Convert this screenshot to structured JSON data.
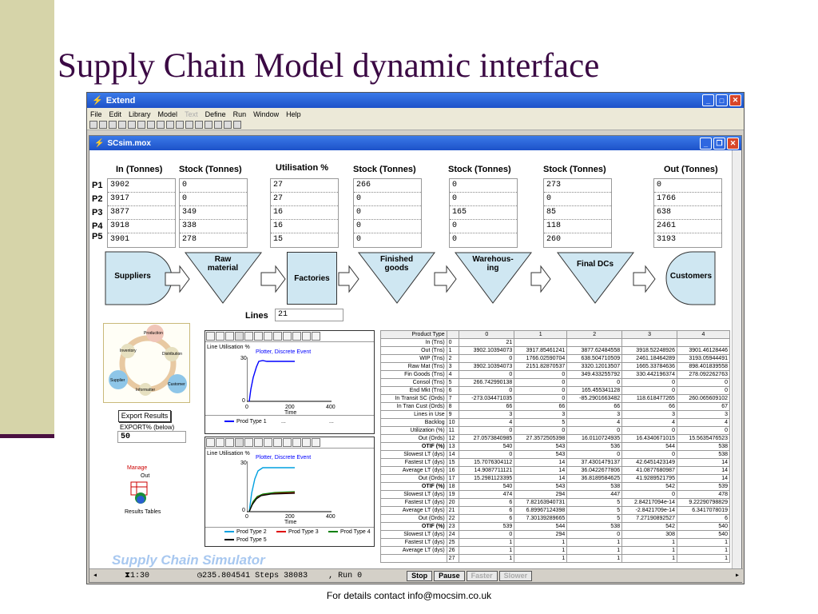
{
  "slide": {
    "title": "Supply Chain Model dynamic interface",
    "footer": "For details contact info@mocsim.co.uk"
  },
  "app": {
    "title": "Extend",
    "menu": [
      "File",
      "Edit",
      "Library",
      "Model",
      "Text",
      "Define",
      "Run",
      "Window",
      "Help"
    ],
    "doc_title": "SCsim.mox"
  },
  "headers": {
    "in": "In (Tonnes)",
    "stock1": "Stock (Tonnes)",
    "util": "Utilisation %",
    "stock2": "Stock (Tonnes)",
    "stock3": "Stock (Tonnes)",
    "stock4": "Stock (Tonnes)",
    "out": "Out (Tonnes)"
  },
  "products": [
    "P1",
    "P2",
    "P3",
    "P4",
    "P5"
  ],
  "columns": {
    "in": [
      "3902",
      "3917",
      "3877",
      "3918",
      "3901"
    ],
    "stock1": [
      "0",
      "0",
      "349",
      "338",
      "278"
    ],
    "util": [
      "27",
      "27",
      "16",
      "16",
      "15"
    ],
    "stock2": [
      "266",
      "0",
      "0",
      "0",
      "0"
    ],
    "stock3": [
      "0",
      "0",
      "165",
      "0",
      "0"
    ],
    "stock4": [
      "273",
      "0",
      "85",
      "118",
      "260"
    ],
    "out": [
      "0",
      "1766",
      "638",
      "2461",
      "3193"
    ]
  },
  "process": {
    "suppliers": "Suppliers",
    "raw": "Raw material",
    "factories": "Factories",
    "finished": "Finished goods",
    "warehousing": "Warehous-ing",
    "final": "Final DCs",
    "customers": "Customers"
  },
  "lines": {
    "label": "Lines",
    "value": "21"
  },
  "cycle": {
    "production": "Production",
    "inventory": "Inventory",
    "distribution": "Distribution",
    "supplier": "Supplier",
    "informatter": "Informatter",
    "customer": "Customer"
  },
  "export": {
    "button": "Export Results",
    "label": "EXPORT% (below)",
    "value": "50"
  },
  "manage": {
    "title": "Manage",
    "sub": "Out",
    "label": "Results Tables"
  },
  "watermark": "Supply Chain Simulator",
  "plot1": {
    "title": "Plotter, Discrete Event",
    "ylabel": "Line Utilisation %",
    "ymax": "30",
    "ymin": "0",
    "xticks": [
      "0",
      "200",
      "400"
    ],
    "xlabel": "Time",
    "legend": [
      "Prod Type 1",
      "...",
      "..."
    ]
  },
  "plot2": {
    "title": "Plotter, Discrete Event",
    "ylabel": "Line Utilisation %",
    "ymax": "30",
    "ymin": "0",
    "xticks": [
      "0",
      "200",
      "400"
    ],
    "xlabel": "Time",
    "legend": [
      "Prod Type 2",
      "Prod Type 3",
      "Prod Type 4",
      "Prod Type 5"
    ]
  },
  "colors": {
    "legend": [
      "#00a0e0",
      "#e00000",
      "#008000",
      "#000000"
    ],
    "p1": "#0000ff"
  },
  "table": {
    "header": [
      "Product Type",
      "0",
      "1",
      "2",
      "3",
      "4"
    ],
    "rows": [
      [
        "In (Tns)",
        "0",
        "21",
        "",
        "",
        "",
        ""
      ],
      [
        "Out (Tns)",
        "1",
        "3902.10394073",
        "3917.85461241",
        "3877.62484558",
        "3918.52248926",
        "3901.46128446"
      ],
      [
        "WIP (Tns)",
        "2",
        "0",
        "1766.02590704",
        "638.504710509",
        "2461.18464289",
        "3193.05944491"
      ],
      [
        "Raw Mat (Tns)",
        "3",
        "3902.10394073",
        "2151.82870537",
        "3320.12013507",
        "1665.33784636",
        "898.401839558"
      ],
      [
        "Fin Goods (Tns)",
        "4",
        "0",
        "0",
        "349.433255792",
        "330.442196374",
        "278.092262763"
      ],
      [
        "Consol (Tns)",
        "5",
        "266.742990138",
        "0",
        "0",
        "0",
        "0"
      ],
      [
        "End Mkt (Tns)",
        "6",
        "0",
        "0",
        "165.455341128",
        "0",
        "0"
      ],
      [
        "In Transit SC (Ords)",
        "7",
        "-273.034471035",
        "0",
        "-85.2901663482",
        "118.618477265",
        "260.065609102"
      ],
      [
        "In Tran Cust (Ords)",
        "8",
        "66",
        "66",
        "66",
        "66",
        "67"
      ],
      [
        "Lines in Use",
        "9",
        "3",
        "3",
        "3",
        "3",
        "3"
      ],
      [
        "Backlog",
        "10",
        "4",
        "5",
        "4",
        "4",
        "4"
      ],
      [
        "Utilization (%)",
        "11",
        "0",
        "0",
        "0",
        "0",
        "0"
      ],
      [
        "Out (Ords)",
        "12",
        "27.0573840985",
        "27.3572505398",
        "16.0110724935",
        "16.4340671015",
        "15.5635476523"
      ],
      [
        "OTIF (%)",
        "13",
        "540",
        "543",
        "536",
        "544",
        "538"
      ],
      [
        "Slowest LT (dys)",
        "14",
        "0",
        "543",
        "0",
        "0",
        "538"
      ],
      [
        "Fastest LT (dys)",
        "15",
        "15.7076304112",
        "14",
        "37.4301479137",
        "42.6451423149",
        "14"
      ],
      [
        "Average LT (dys)",
        "16",
        "14.9087711121",
        "14",
        "36.0422677806",
        "41.0877680987",
        "14"
      ],
      [
        "Out (Ords)",
        "17",
        "15.2981123395",
        "14",
        "36.8189584625",
        "41.9289521795",
        "14"
      ],
      [
        "OTIF (%)",
        "18",
        "540",
        "543",
        "538",
        "542",
        "539"
      ],
      [
        "Slowest LT (dys)",
        "19",
        "474",
        "294",
        "447",
        "0",
        "478"
      ],
      [
        "Fastest LT (dys)",
        "20",
        "6",
        "7.82163940731",
        "5",
        "2.84217094e-14",
        "9.22290798829"
      ],
      [
        "Average LT (dys)",
        "21",
        "6",
        "6.89967124398",
        "5",
        "-2.8421709e-14",
        "6.3417078019"
      ],
      [
        "Out (Ords)",
        "22",
        "6",
        "7.30139289665",
        "5",
        "7.27190892527",
        "6"
      ],
      [
        "OTIF (%)",
        "23",
        "539",
        "544",
        "538",
        "542",
        "540"
      ],
      [
        "Slowest LT (dys)",
        "24",
        "0",
        "294",
        "0",
        "308",
        "540"
      ],
      [
        "Fastest LT (dys)",
        "25",
        "1",
        "1",
        "1",
        "1",
        "1"
      ],
      [
        "Average LT (dys)",
        "26",
        "1",
        "1",
        "1",
        "1",
        "1"
      ],
      [
        "",
        "27",
        "1",
        "1",
        "1",
        "1",
        "1"
      ]
    ]
  },
  "status": {
    "time": "1:30",
    "clock": "235.804541",
    "steps": "Steps 38083",
    "run": ", Run 0",
    "stop": "Stop",
    "pause": "Pause",
    "faster": "Faster",
    "slower": "Slower"
  }
}
